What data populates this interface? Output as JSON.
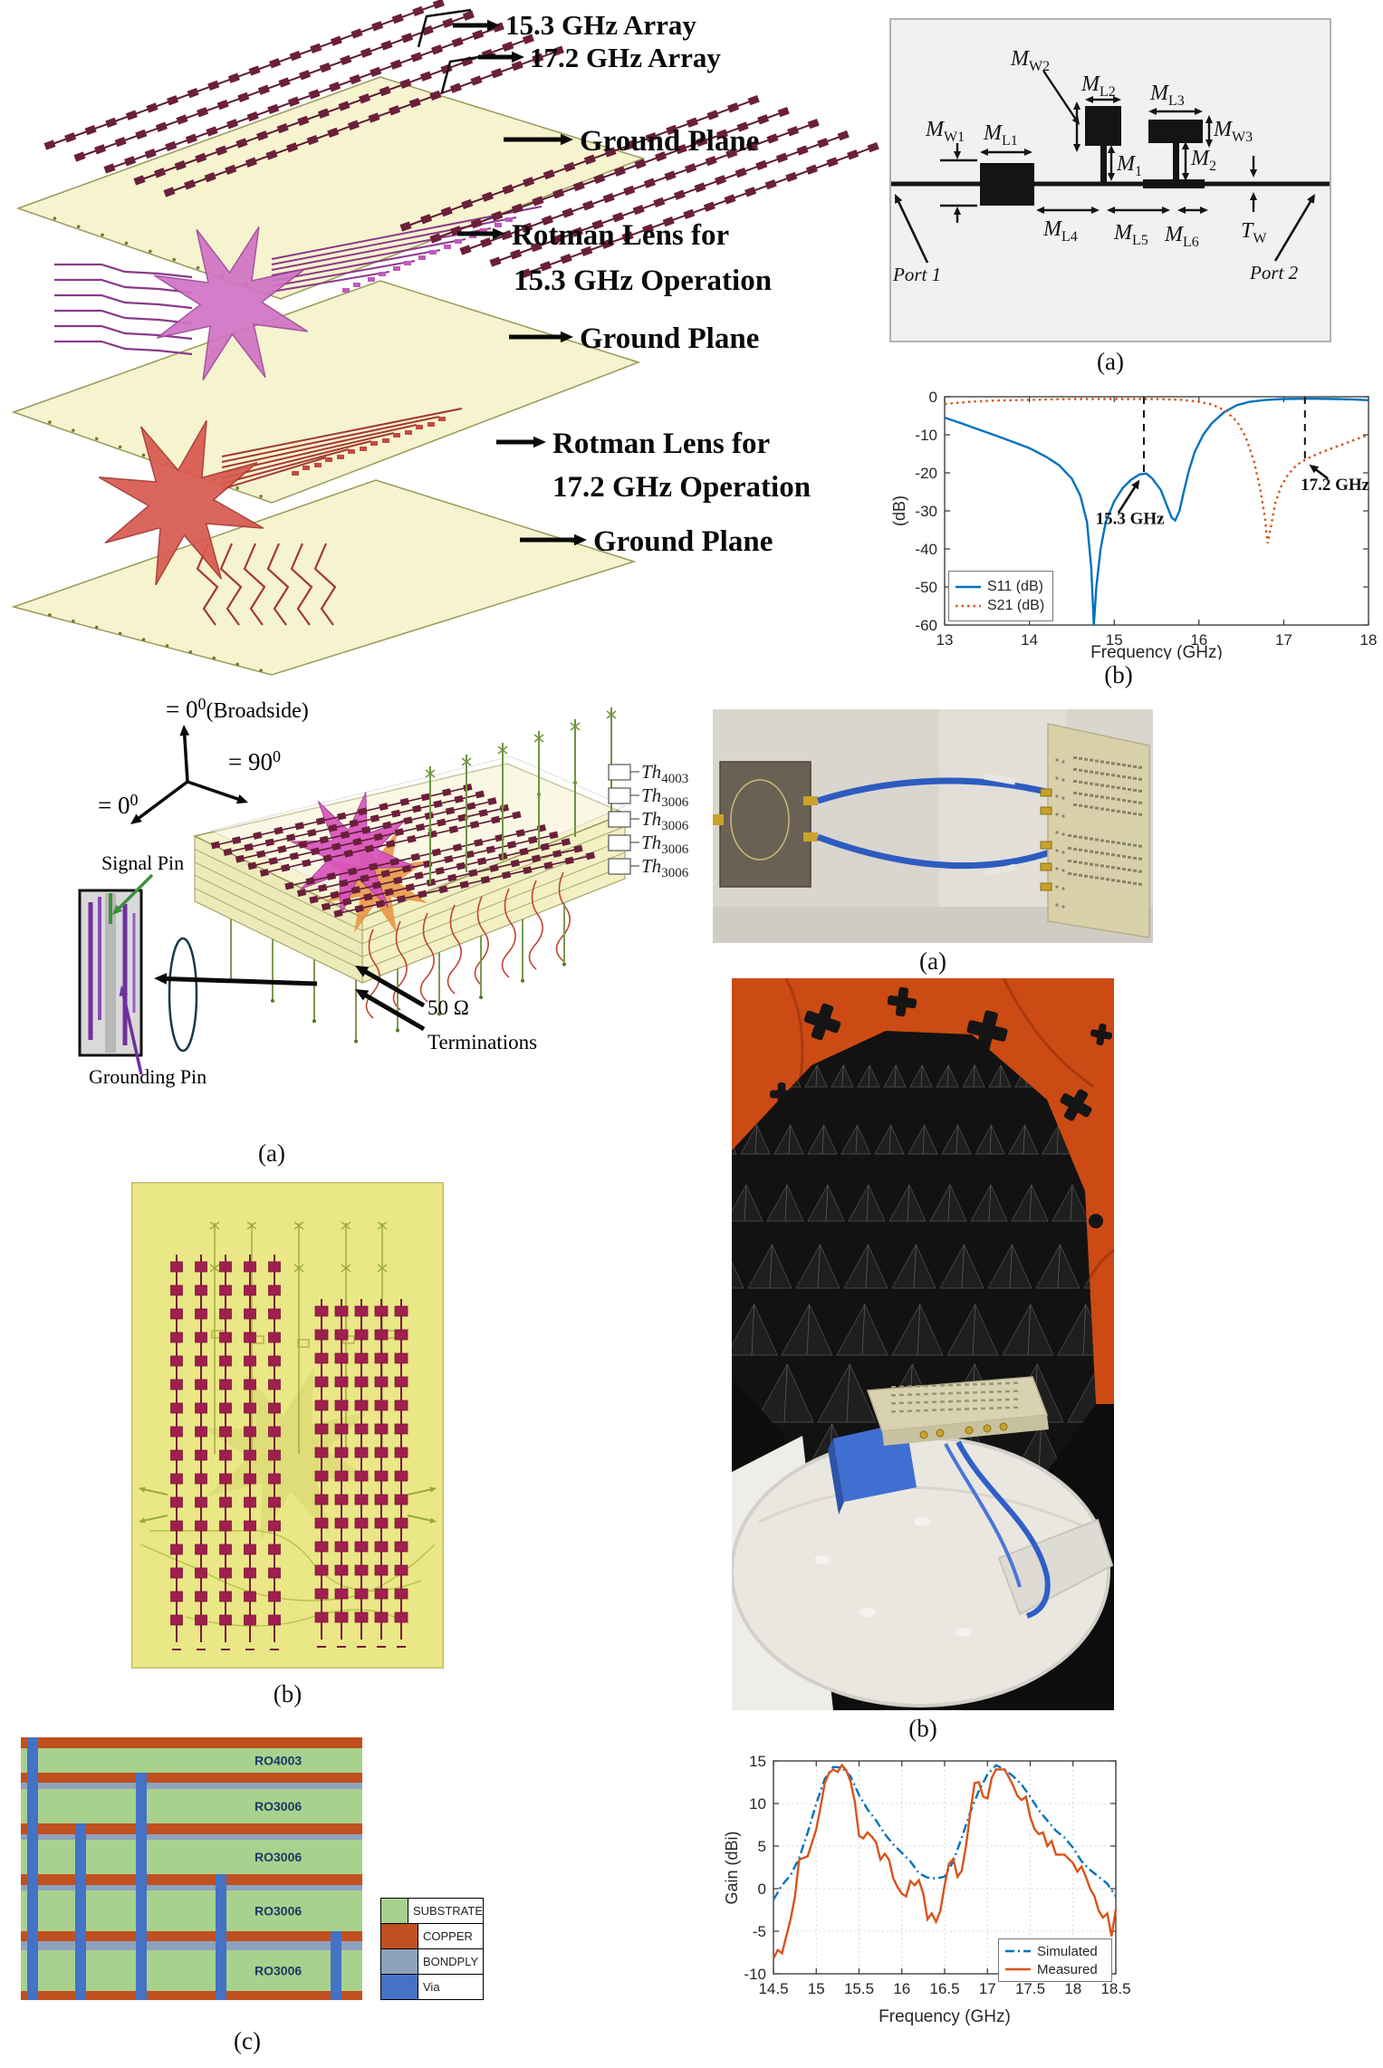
{
  "colors": {
    "s11_blue": "#0072BD",
    "s21_orange": "#D95319",
    "board_yellow": "#f6f3cf",
    "pcb_yellow": "#e9e786",
    "patch_maroon": "#9e2150",
    "lens_pink": "#d173c5",
    "lens_red": "#d85a50",
    "substrate_green": "#a9d18e",
    "copper_orange": "#c0501f",
    "bondply_gray": "#8ea2bd",
    "via_blue": "#4472c4",
    "chamber_orange": "#cc4a14"
  },
  "figures": {
    "exploded": {
      "labels": {
        "array1": "15.3 GHz Array",
        "array2": "17.2 GHz Array",
        "ground1": "Ground Plane",
        "lens1a": "Rotman Lens for",
        "lens1b": "15.3 GHz Operation",
        "ground2": "Ground Plane",
        "lens2a": "Rotman Lens for",
        "lens2b": "17.2 GHz Operation",
        "ground3": "Ground Plane"
      }
    },
    "circuit": {
      "caption": "(a)",
      "port1": "Port 1",
      "port2": "Port 2",
      "dims": [
        {
          "id": "mw1",
          "main": "M",
          "sub": "W1"
        },
        {
          "id": "ml1",
          "main": "M",
          "sub": "L1"
        },
        {
          "id": "mw2",
          "main": "M",
          "sub": "W2"
        },
        {
          "id": "ml2",
          "main": "M",
          "sub": "L2"
        },
        {
          "id": "ml3",
          "main": "M",
          "sub": "L3"
        },
        {
          "id": "mw3",
          "main": "M",
          "sub": "W3"
        },
        {
          "id": "m1",
          "main": "M",
          "sub": "1"
        },
        {
          "id": "m2",
          "main": "M",
          "sub": "2"
        },
        {
          "id": "ml4",
          "main": "M",
          "sub": "L4"
        },
        {
          "id": "ml5",
          "main": "M",
          "sub": "L5"
        },
        {
          "id": "ml6",
          "main": "M",
          "sub": "L6"
        },
        {
          "id": "tw",
          "main": "T",
          "sub": "W"
        }
      ]
    },
    "sparam": {
      "caption": "(b)"
    },
    "stack3d": {
      "caption": "(a)",
      "axis_up": {
        "pre": "= 0",
        "sup": "0",
        "post": "(Broadside)"
      },
      "axis_right": {
        "pre": "= 90",
        "sup": "0",
        "post": ""
      },
      "axis_down": {
        "pre": "= 0",
        "sup": "0",
        "post": ""
      },
      "signal_pin": "Signal Pin",
      "grounding_pin": "Grounding Pin",
      "term1": "50 Ω",
      "term2": "Terminations",
      "thickness": [
        {
          "main": "Th",
          "sub": "4003"
        },
        {
          "main": "Th",
          "sub": "3006"
        },
        {
          "main": "Th",
          "sub": "3006"
        },
        {
          "main": "Th",
          "sub": "3006"
        },
        {
          "main": "Th",
          "sub": "3006"
        }
      ]
    },
    "pcb": {
      "caption": "(b)"
    },
    "photo_cables": {
      "caption": "(a)"
    },
    "photo_chamber": {
      "caption": "(b)"
    },
    "stackup": {
      "caption": "(c)",
      "layer_labels": [
        "RO4003",
        "RO3006",
        "RO3006",
        "RO3006",
        "RO3006"
      ],
      "legend": [
        {
          "label": "SUBSTRATE",
          "color": "#a9d18e"
        },
        {
          "label": "COPPER",
          "color": "#c0501f"
        },
        {
          "label": "BONDPLY",
          "color": "#8ea2bd"
        },
        {
          "label": "Via",
          "color": "#4472c4"
        }
      ]
    }
  },
  "chart_data": [
    {
      "id": "sparam",
      "type": "line",
      "title": "",
      "xlabel": "Frequency (GHz)",
      "ylabel": "(dB)",
      "xlim": [
        13,
        18
      ],
      "ylim": [
        -60,
        0
      ],
      "xticks": [
        13,
        14,
        15,
        16,
        17,
        18
      ],
      "yticks": [
        0,
        -10,
        -20,
        -30,
        -40,
        -50,
        -60
      ],
      "grid": false,
      "legend_position": "lower-left",
      "series": [
        {
          "name": "S11 (dB)",
          "color": "#0072BD",
          "style": "solid",
          "points": [
            [
              13,
              -5.5
            ],
            [
              13.2,
              -7
            ],
            [
              13.4,
              -8.6
            ],
            [
              13.6,
              -10.2
            ],
            [
              13.8,
              -11.8
            ],
            [
              14.0,
              -13.5
            ],
            [
              14.2,
              -15.8
            ],
            [
              14.35,
              -18
            ],
            [
              14.5,
              -21.5
            ],
            [
              14.6,
              -26
            ],
            [
              14.68,
              -33
            ],
            [
              14.73,
              -45
            ],
            [
              14.76,
              -60
            ],
            [
              14.79,
              -50
            ],
            [
              14.84,
              -40
            ],
            [
              14.9,
              -33
            ],
            [
              15.0,
              -27.5
            ],
            [
              15.1,
              -24
            ],
            [
              15.2,
              -21.8
            ],
            [
              15.3,
              -20.4
            ],
            [
              15.38,
              -20.2
            ],
            [
              15.45,
              -21.5
            ],
            [
              15.55,
              -24.5
            ],
            [
              15.62,
              -28.5
            ],
            [
              15.68,
              -31.8
            ],
            [
              15.72,
              -32.5
            ],
            [
              15.77,
              -30
            ],
            [
              15.82,
              -25
            ],
            [
              15.88,
              -19.5
            ],
            [
              15.95,
              -14.5
            ],
            [
              16.05,
              -10
            ],
            [
              16.15,
              -7
            ],
            [
              16.3,
              -4
            ],
            [
              16.45,
              -2.2
            ],
            [
              16.6,
              -1.3
            ],
            [
              16.8,
              -0.8
            ],
            [
              17.0,
              -0.6
            ],
            [
              17.3,
              -0.5
            ],
            [
              17.6,
              -0.6
            ],
            [
              17.8,
              -0.7
            ],
            [
              18,
              -0.9
            ]
          ]
        },
        {
          "name": "S21 (dB)",
          "color": "#D95319",
          "style": "dotted",
          "points": [
            [
              13,
              -1.9
            ],
            [
              13.3,
              -1.3
            ],
            [
              13.6,
              -1.0
            ],
            [
              14.0,
              -0.8
            ],
            [
              14.5,
              -0.6
            ],
            [
              15.0,
              -0.6
            ],
            [
              15.5,
              -0.6
            ],
            [
              15.8,
              -0.8
            ],
            [
              16.0,
              -1.3
            ],
            [
              16.15,
              -2
            ],
            [
              16.3,
              -3.5
            ],
            [
              16.45,
              -6.5
            ],
            [
              16.55,
              -10.5
            ],
            [
              16.65,
              -17
            ],
            [
              16.72,
              -24
            ],
            [
              16.78,
              -32
            ],
            [
              16.81,
              -38.5
            ],
            [
              16.85,
              -34
            ],
            [
              16.9,
              -28
            ],
            [
              16.97,
              -23.5
            ],
            [
              17.05,
              -20.5
            ],
            [
              17.15,
              -18
            ],
            [
              17.25,
              -16.6
            ],
            [
              17.4,
              -15
            ],
            [
              17.55,
              -13.7
            ],
            [
              17.7,
              -12.5
            ],
            [
              17.85,
              -11.2
            ],
            [
              18,
              -10
            ]
          ]
        }
      ],
      "annotations": [
        {
          "text": "15.3 GHz",
          "line_x": 15.35,
          "line_y_to": -20,
          "text_x": 14.78,
          "text_y": -33.5,
          "arrow_from": [
            15.05,
            -30.5
          ],
          "arrow_to": [
            15.3,
            -21.8
          ]
        },
        {
          "text": "17.2 GHz",
          "line_x": 17.25,
          "line_y_to": -16.5,
          "text_x": 17.2,
          "text_y": -24.5,
          "arrow_from": [
            17.52,
            -21.5
          ],
          "arrow_to": [
            17.3,
            -17.8
          ]
        }
      ]
    },
    {
      "id": "gain",
      "type": "line",
      "title": "",
      "xlabel": "Frequency (GHz)",
      "ylabel": "Gain (dBi)",
      "xlim": [
        14.5,
        18.5
      ],
      "ylim": [
        -10,
        15
      ],
      "xticks": [
        14.5,
        15,
        15.5,
        16,
        16.5,
        17,
        17.5,
        18,
        18.5
      ],
      "yticks": [
        -10,
        -5,
        0,
        5,
        10,
        15
      ],
      "grid": true,
      "legend_position": "lower-right",
      "series": [
        {
          "name": "Simulated",
          "color": "#0072BD",
          "style": "dashdot",
          "points": [
            [
              14.5,
              -1.3
            ],
            [
              14.6,
              0.4
            ],
            [
              14.7,
              1.6
            ],
            [
              14.8,
              3.6
            ],
            [
              14.9,
              6.6
            ],
            [
              15.0,
              10
            ],
            [
              15.1,
              12.9
            ],
            [
              15.2,
              14.3
            ],
            [
              15.3,
              14.2
            ],
            [
              15.4,
              13.2
            ],
            [
              15.5,
              11
            ],
            [
              15.6,
              9.3
            ],
            [
              15.7,
              8
            ],
            [
              15.8,
              6.4
            ],
            [
              15.9,
              5.2
            ],
            [
              16.0,
              4.2
            ],
            [
              16.1,
              3.2
            ],
            [
              16.2,
              1.8
            ],
            [
              16.3,
              1.3
            ],
            [
              16.4,
              1.2
            ],
            [
              16.5,
              1.4
            ],
            [
              16.6,
              3.2
            ],
            [
              16.7,
              6
            ],
            [
              16.8,
              9
            ],
            [
              16.9,
              11.5
            ],
            [
              17.0,
              13.4
            ],
            [
              17.1,
              14.5
            ],
            [
              17.2,
              14
            ],
            [
              17.3,
              13.2
            ],
            [
              17.4,
              12.2
            ],
            [
              17.5,
              10.8
            ],
            [
              17.6,
              9.2
            ],
            [
              17.7,
              8
            ],
            [
              17.8,
              6.8
            ],
            [
              17.9,
              6
            ],
            [
              18.0,
              4.8
            ],
            [
              18.1,
              3.2
            ],
            [
              18.2,
              2.2
            ],
            [
              18.3,
              1.4
            ],
            [
              18.4,
              0.6
            ],
            [
              18.5,
              -0.9
            ]
          ]
        },
        {
          "name": "Measured",
          "color": "#D95319",
          "style": "solid",
          "points": [
            [
              14.5,
              -8.2
            ],
            [
              14.55,
              -7.2
            ],
            [
              14.6,
              -7.6
            ],
            [
              14.7,
              -3.6
            ],
            [
              14.75,
              -1
            ],
            [
              14.8,
              3.4
            ],
            [
              14.9,
              3.8
            ],
            [
              15.0,
              7
            ],
            [
              15.05,
              9.6
            ],
            [
              15.1,
              12.4
            ],
            [
              15.15,
              13.6
            ],
            [
              15.2,
              14
            ],
            [
              15.25,
              13.7
            ],
            [
              15.3,
              14.5
            ],
            [
              15.35,
              13.9
            ],
            [
              15.4,
              12.6
            ],
            [
              15.45,
              10.2
            ],
            [
              15.5,
              6.2
            ],
            [
              15.55,
              5.9
            ],
            [
              15.6,
              6.6
            ],
            [
              15.65,
              6.1
            ],
            [
              15.7,
              5.4
            ],
            [
              15.75,
              3.4
            ],
            [
              15.8,
              4.1
            ],
            [
              15.85,
              3.4
            ],
            [
              15.9,
              1.2
            ],
            [
              15.95,
              0.2
            ],
            [
              16.0,
              -0.6
            ],
            [
              16.05,
              -0.9
            ],
            [
              16.1,
              0.9
            ],
            [
              16.15,
              0.4
            ],
            [
              16.2,
              1
            ],
            [
              16.25,
              -0.6
            ],
            [
              16.3,
              -3.6
            ],
            [
              16.35,
              -2.9
            ],
            [
              16.4,
              -3.9
            ],
            [
              16.45,
              -2.6
            ],
            [
              16.5,
              0.4
            ],
            [
              16.55,
              2.9
            ],
            [
              16.6,
              3.5
            ],
            [
              16.65,
              1.4
            ],
            [
              16.7,
              2.1
            ],
            [
              16.75,
              5
            ],
            [
              16.8,
              9
            ],
            [
              16.85,
              12.4
            ],
            [
              16.9,
              12.5
            ],
            [
              16.95,
              10.8
            ],
            [
              17.0,
              10.6
            ],
            [
              17.05,
              13
            ],
            [
              17.1,
              14
            ],
            [
              17.2,
              14
            ],
            [
              17.25,
              13.1
            ],
            [
              17.3,
              12.1
            ],
            [
              17.35,
              10.9
            ],
            [
              17.4,
              10.4
            ],
            [
              17.45,
              10.8
            ],
            [
              17.5,
              8.4
            ],
            [
              17.55,
              7
            ],
            [
              17.6,
              6.4
            ],
            [
              17.65,
              6.6
            ],
            [
              17.7,
              5
            ],
            [
              17.75,
              5.6
            ],
            [
              17.8,
              4
            ],
            [
              17.9,
              4
            ],
            [
              18.0,
              3
            ],
            [
              18.05,
              2
            ],
            [
              18.1,
              2.6
            ],
            [
              18.15,
              1.4
            ],
            [
              18.2,
              0
            ],
            [
              18.25,
              -0.9
            ],
            [
              18.3,
              -2.6
            ],
            [
              18.35,
              -3.4
            ],
            [
              18.4,
              -2.9
            ],
            [
              18.45,
              -5.6
            ],
            [
              18.5,
              -2.4
            ]
          ]
        }
      ],
      "annotations": []
    }
  ]
}
